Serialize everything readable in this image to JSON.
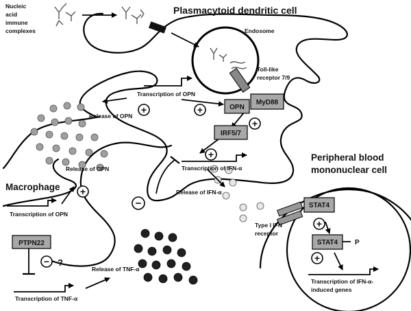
{
  "labels": {
    "immune_complexes": [
      "Nucleic",
      "acid",
      "immune",
      "complexes"
    ],
    "pdc_title": "Plasmacytoid dendritic cell",
    "endosome": "Endosome",
    "tlr": [
      "Toll-like",
      "receptor 7/9"
    ],
    "transcription_opn_top": "Transcription of OPN",
    "release_opn_1": "Release of OPN",
    "release_opn_2": "Release of OPN",
    "macrophage": "Macrophage",
    "transcription_opn_mac": "Transcription of OPN",
    "transcription_ifn": "Transcription of IFN-α",
    "release_ifn": "Release of IFN-α",
    "release_tnf": "Release of TNF-α",
    "transcription_tnf": "Transcription of TNF-α",
    "pbmc_title": [
      "Peripheral blood",
      "mononuclear cell"
    ],
    "type1_receptor": [
      "Type I IFN",
      "receptor"
    ],
    "transcription_genes": [
      "Transcription of IFN-α-",
      "induced genes"
    ],
    "question_mark": "?",
    "phospho": "P"
  },
  "boxes": {
    "opn": "OPN",
    "myd88": "MyD88",
    "irf": "IRF5/7",
    "ptpn22": "PTPN22",
    "stat4_receptor": "STAT4",
    "stat4_p": "STAT4"
  },
  "signs": {
    "plus": "+",
    "minus": "−"
  },
  "colors": {
    "box_fill": "#a8a8a8",
    "opn_particles": "#a0a0a0",
    "ifn_particles": "#e8e8e8",
    "tnf_particles": "#202020"
  }
}
